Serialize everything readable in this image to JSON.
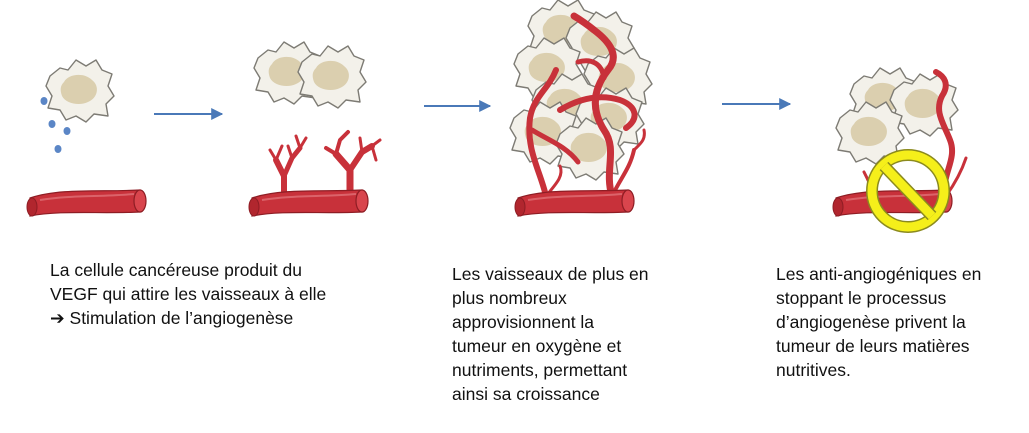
{
  "colors": {
    "vessel": "#c8313a",
    "vessel_dark": "#8e1d24",
    "cell_fill": "#f3f1ea",
    "cell_nucleus": "#d8cba8",
    "cell_outline": "#7d7b74",
    "vegf_dot": "#5b86c6",
    "arrow": "#4a79b8",
    "inhibit_sign": "#f5ef1a",
    "inhibit_outline": "#8b8a1e"
  },
  "panels": [
    {
      "stage": "vegf-secretion",
      "caption_lines": [
        "La cellule cancéreuse produit du",
        "VEGF qui attire les vaisseaux à elle",
        "➔ Stimulation de l’angiogenèse"
      ]
    },
    {
      "stage": "vessel-sprouting",
      "caption_lines": [
        "Les vaisseaux de plus en",
        "plus nombreux",
        "approvisionnent la",
        "tumeur en oxygène et",
        "nutriments, permettant",
        "ainsi sa croissance"
      ]
    },
    {
      "stage": "anti-angiogenic-block",
      "caption_lines": [
        "Les anti-angiogéniques en",
        "stoppant le processus",
        "d’angiogenèse privent la",
        "tumeur de leurs matières",
        "nutritives."
      ]
    }
  ],
  "icons": [
    "tumor-cell-icon",
    "vegf-dot-icon",
    "blood-vessel-icon",
    "arrow-right-icon",
    "no-sign-icon"
  ]
}
